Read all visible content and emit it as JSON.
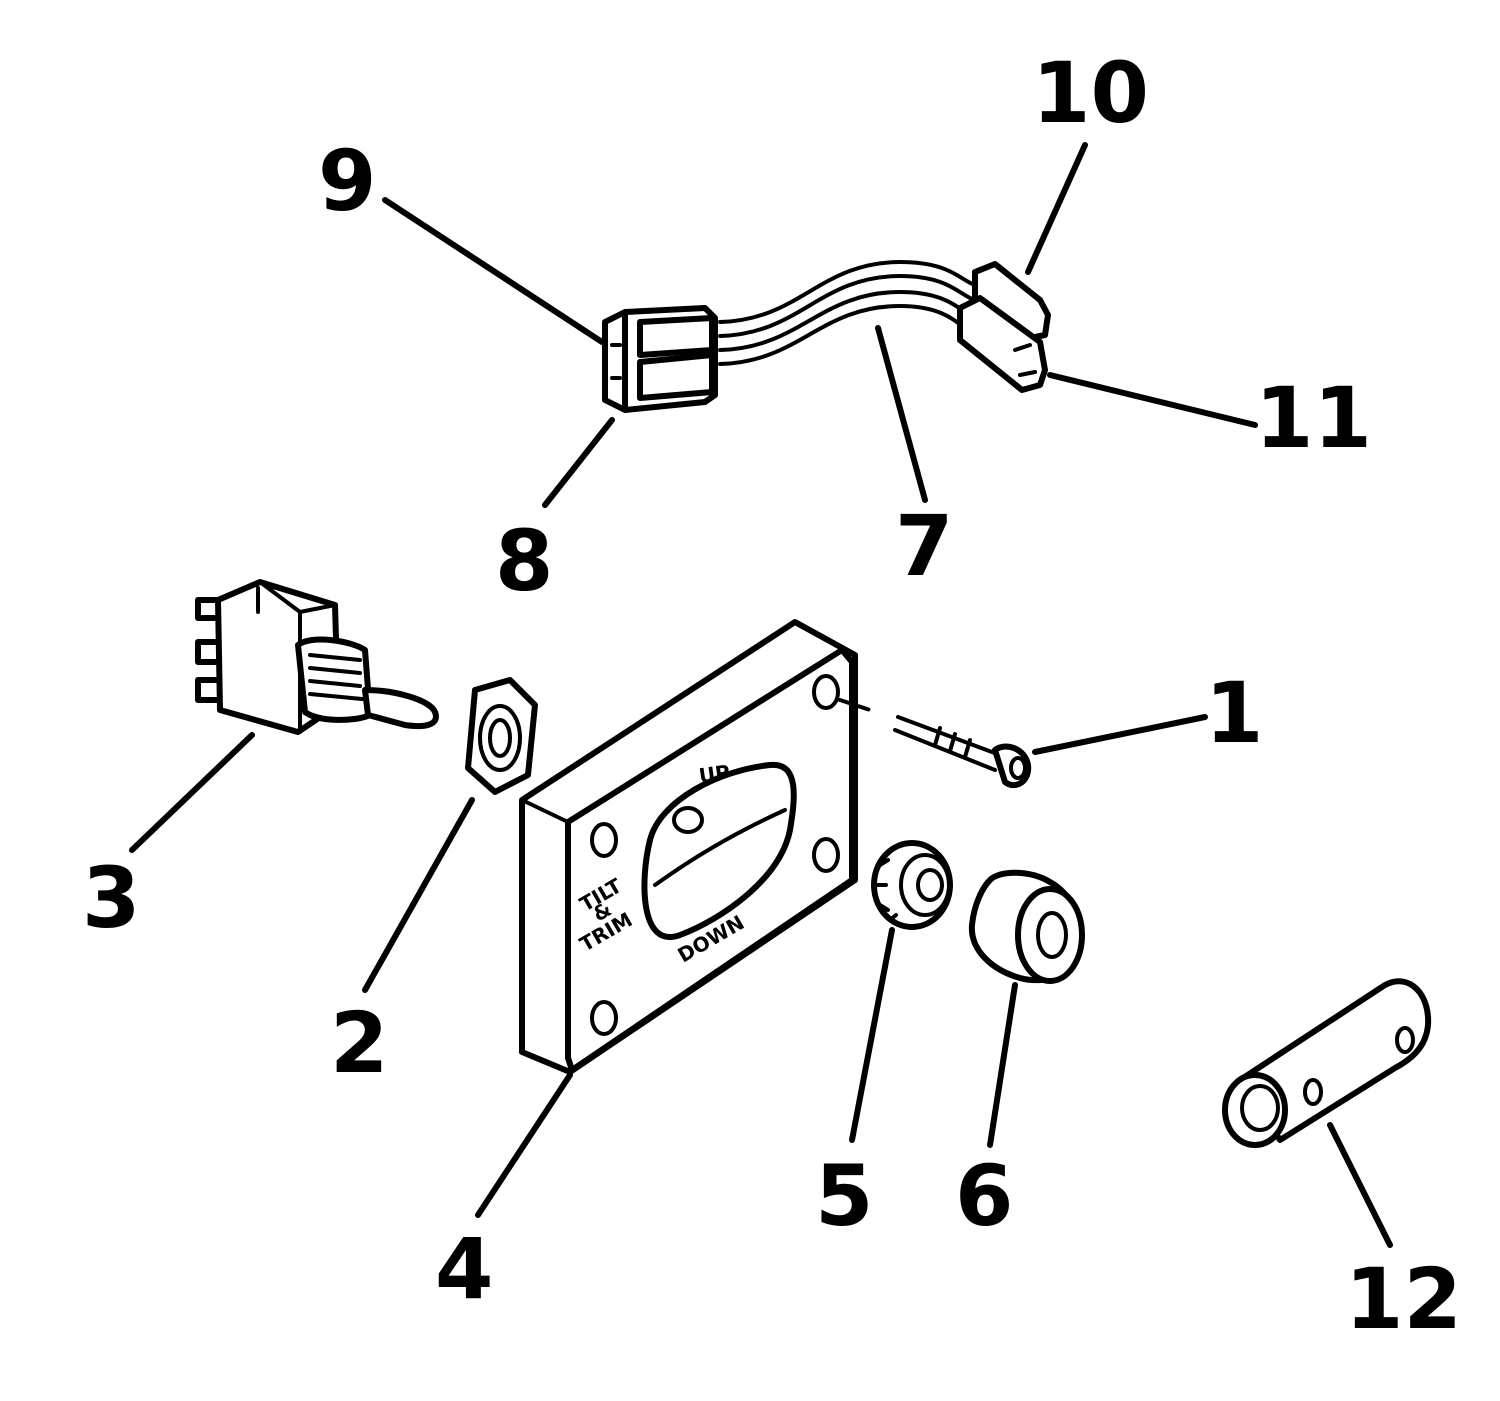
{
  "callouts": {
    "c1": "1",
    "c2": "2",
    "c3": "3",
    "c4": "4",
    "c5": "5",
    "c6": "6",
    "c7": "7",
    "c8": "8",
    "c9": "9",
    "c10": "10",
    "c11": "11",
    "c12": "12"
  },
  "plate": {
    "up": "UP",
    "down": "DOWN",
    "tilt": "TILT",
    "amp": "&",
    "trim": "TRIM"
  }
}
